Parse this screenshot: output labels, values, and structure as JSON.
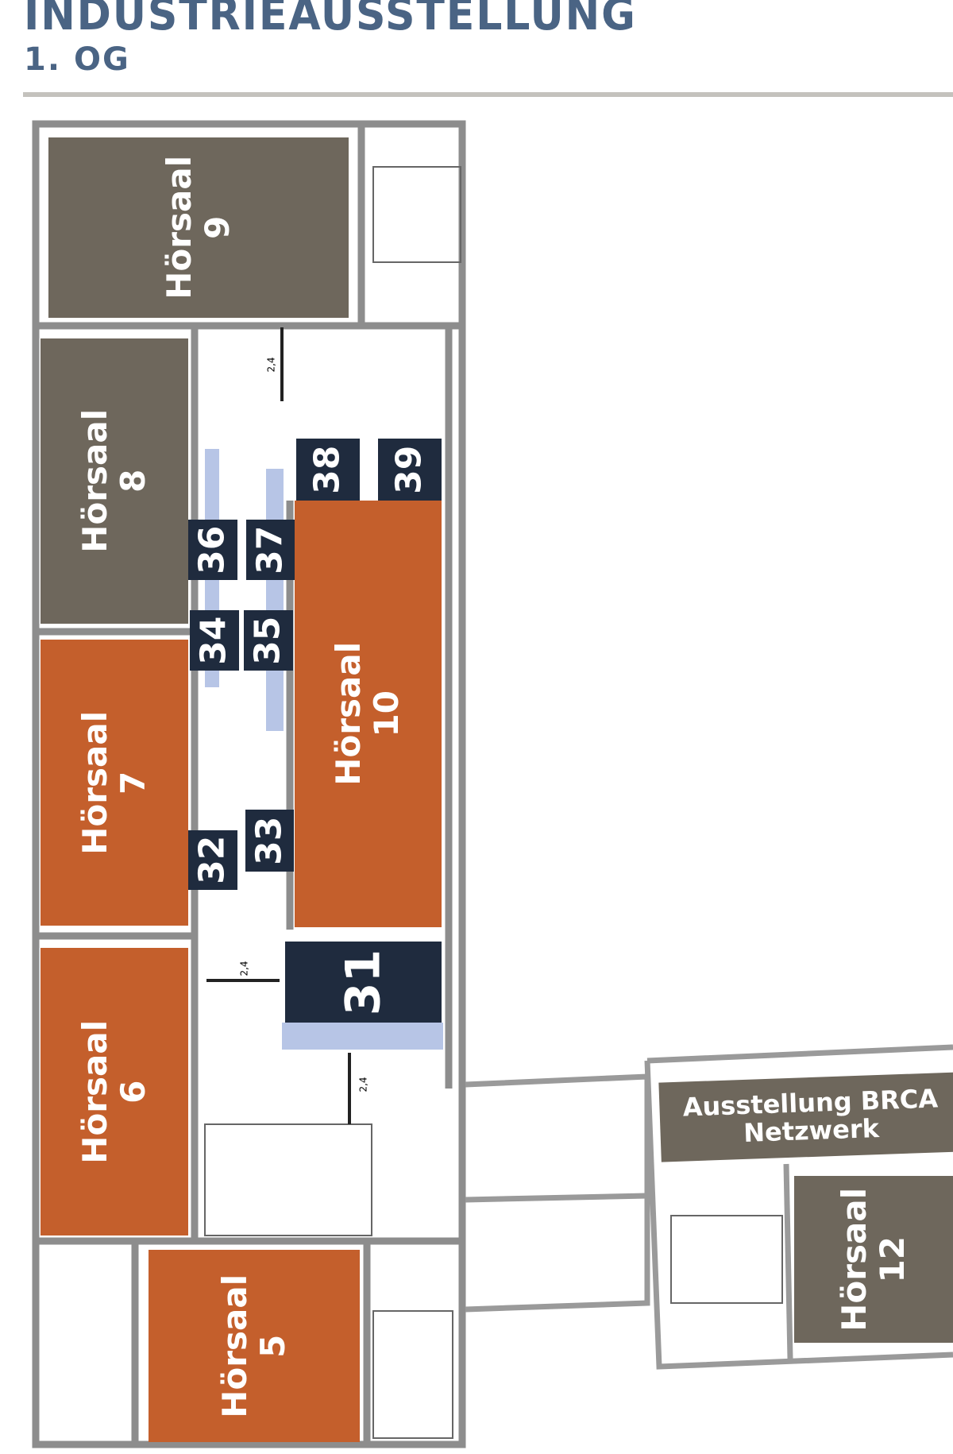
{
  "header": {
    "title": "INDUSTRIEAUSSTELLUNG",
    "subtitle": "1. OG"
  },
  "colors": {
    "title": "#4a6484",
    "grey_room": "#6e675c",
    "orange_room": "#c45f2c",
    "booth": "#1f2b3e",
    "highlight": "#b7c5e6",
    "rule": "#c4c2bd"
  },
  "rooms": {
    "h9": {
      "label": "Hörsaal",
      "number": "9"
    },
    "h8": {
      "label": "Hörsaal",
      "number": "8"
    },
    "h7": {
      "label": "Hörsaal",
      "number": "7"
    },
    "h6": {
      "label": "Hörsaal",
      "number": "6"
    },
    "h5": {
      "label": "Hörsaal",
      "number": "5"
    },
    "h10": {
      "label": "Hörsaal",
      "number": "10"
    },
    "h12": {
      "label": "Hörsaal",
      "number": "12"
    }
  },
  "exhibition": {
    "line1": "Ausstellung BRCA",
    "line2": "Netzwerk"
  },
  "booths": {
    "b31": "31",
    "b32": "32",
    "b33": "33",
    "b34": "34",
    "b35": "35",
    "b36": "36",
    "b37": "37",
    "b38": "38",
    "b39": "39"
  },
  "dimensions": {
    "d1": "2,4",
    "d2": "2,4",
    "d3": "2,4"
  }
}
